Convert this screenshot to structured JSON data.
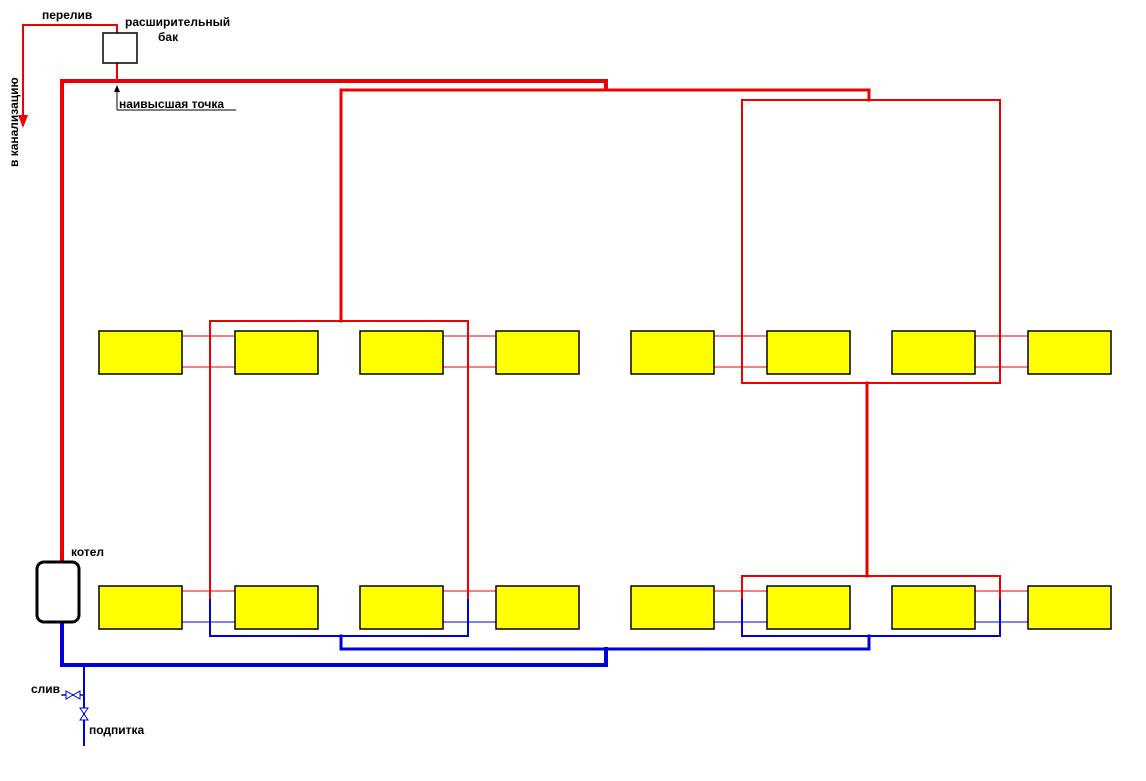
{
  "labels": {
    "overflow": "перелив",
    "tank_line1": "расширительный",
    "tank_line2": "бак",
    "highest_point": "наивысшая точка",
    "to_sewer": "в канализацию",
    "boiler": "котел",
    "drain": "слив",
    "makeup": "подпитка"
  },
  "colors": {
    "supply": "#ee0000",
    "return": "#0000dd",
    "radiator_fill": "#ffff00",
    "outline": "#000000"
  }
}
